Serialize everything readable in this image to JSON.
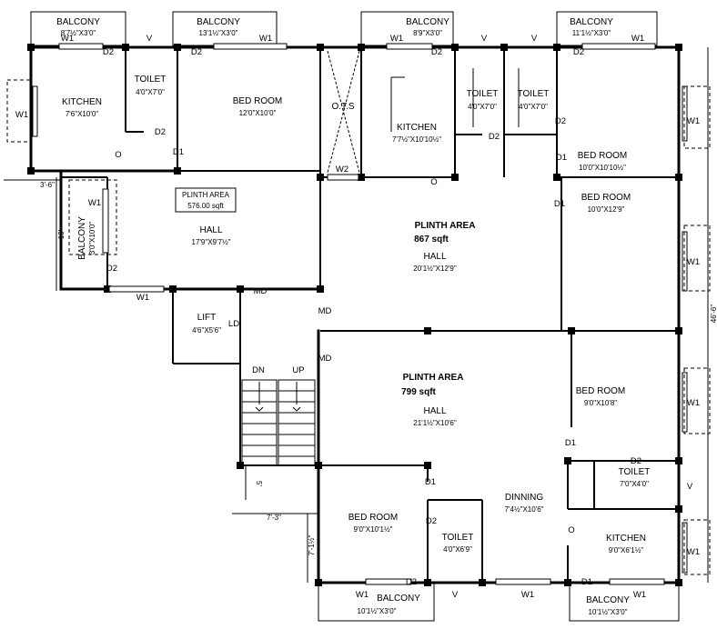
{
  "rooms": [
    {
      "id": "balcony-1",
      "name": "BALCONY",
      "size": "8'7½\"X3'0\""
    },
    {
      "id": "balcony-2",
      "name": "BALCONY",
      "size": "13'1½\"X3'0\""
    },
    {
      "id": "balcony-3",
      "name": "BALCONY",
      "size": "8'9\"X3'0\""
    },
    {
      "id": "balcony-4",
      "name": "BALCONY",
      "size": "11'1½\"X3'0\""
    },
    {
      "id": "kitchen-1",
      "name": "KITCHEN",
      "size": "7'6\"X10'0\""
    },
    {
      "id": "toilet-1",
      "name": "TOILET",
      "size": "4'0\"X7'0\""
    },
    {
      "id": "bedroom-1",
      "name": "BED ROOM",
      "size": "12'0\"X10'0\""
    },
    {
      "id": "kitchen-2",
      "name": "KITCHEN",
      "size": "7'7½\"X10'10½\""
    },
    {
      "id": "toilet-2",
      "name": "TOILET",
      "size": "4'0\"X7'0\""
    },
    {
      "id": "toilet-3",
      "name": "TOILET",
      "size": "4'0\"X7'0\""
    },
    {
      "id": "bedroom-2",
      "name": "BED ROOM",
      "size": "10'0\"X10'10½\""
    },
    {
      "id": "bedroom-3",
      "name": "BED ROOM",
      "size": "10'0\"X12'9\""
    },
    {
      "id": "hall-1",
      "name": "HALL",
      "size": "17'9\"X9'7½\""
    },
    {
      "id": "balcony-5",
      "name": "BALCONY",
      "size": "3'0\"X10'0\""
    },
    {
      "id": "hall-2",
      "name": "HALL",
      "size": "20'1½\"X12'9\""
    },
    {
      "id": "lift",
      "name": "LIFT",
      "size": "4'6\"X5'6\""
    },
    {
      "id": "bedroom-4",
      "name": "BED ROOM",
      "size": "9'0\"X10'8\""
    },
    {
      "id": "hall-3",
      "name": "HALL",
      "size": "21'1½\"X10'6\""
    },
    {
      "id": "toilet-4",
      "name": "TOILET",
      "size": "7'0\"X4'0\""
    },
    {
      "id": "bedroom-5",
      "name": "BED ROOM",
      "size": "9'0\"X10'1½\""
    },
    {
      "id": "dinning",
      "name": "DINNING",
      "size": "7'4½\"X10'6\""
    },
    {
      "id": "toilet-5",
      "name": "TOILET",
      "size": "4'0\"X6'9\""
    },
    {
      "id": "kitchen-3",
      "name": "KITCHEN",
      "size": "9'0\"X6'1½\""
    },
    {
      "id": "balcony-6",
      "name": "BALCONY",
      "size": "10'1½\"X3'0\""
    },
    {
      "id": "balcony-7",
      "name": "BALCONY",
      "size": "10'1½\"X3'0\""
    }
  ],
  "plinth_areas": [
    {
      "label": "PLINTH AREA",
      "value": "576.00 sqft"
    },
    {
      "label": "PLINTH AREA",
      "value": "867 sqft"
    },
    {
      "label": "PLINTH AREA",
      "value": "799 sqft"
    }
  ],
  "labels": {
    "ots": "O.T.S",
    "dn": "DN",
    "up": "UP",
    "ld": "LD",
    "md": "MD"
  },
  "dimensions": {
    "d1": "3'-6\"",
    "d2": "10'",
    "d3": "46'-6\"",
    "d4": "7'-3\"",
    "d5": "7'-1½\"",
    "d6": "5'"
  },
  "tags": [
    "W1",
    "W1",
    "W1",
    "W1",
    "W1",
    "W1",
    "W1",
    "W1",
    "W1",
    "W1",
    "W1",
    "W1",
    "W1",
    "W1",
    "W1",
    "D2",
    "D2",
    "D2",
    "D2",
    "D2",
    "D2",
    "D2",
    "D2",
    "D2",
    "D2",
    "D2",
    "D1",
    "D1",
    "D1",
    "D1",
    "D1",
    "D1",
    "V",
    "V",
    "V",
    "V",
    "V",
    "O",
    "O",
    "O",
    "O",
    "W2"
  ]
}
